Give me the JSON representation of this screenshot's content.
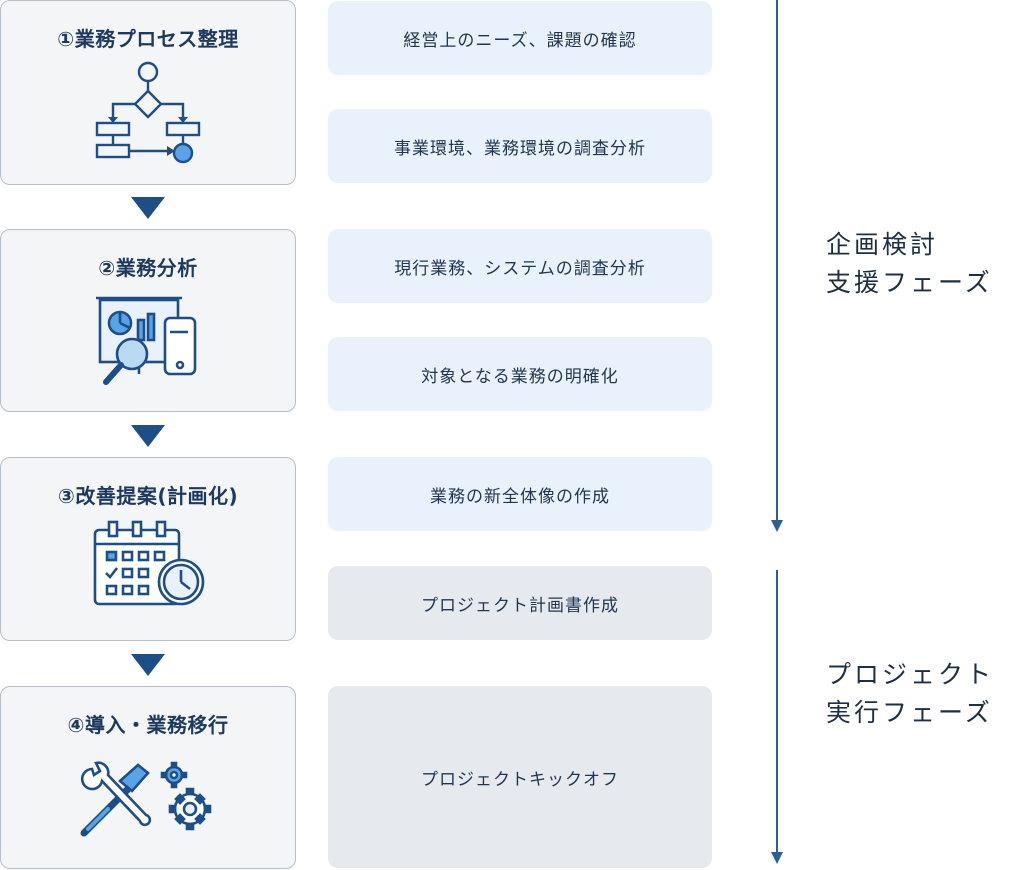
{
  "steps": [
    {
      "title": "①業務プロセス整理",
      "icon": "flowchart-icon"
    },
    {
      "title": "②業務分析",
      "icon": "analysis-board-icon"
    },
    {
      "title": "③改善提案(計画化)",
      "icon": "calendar-clock-icon"
    },
    {
      "title": "④導入・業務移行",
      "icon": "tools-gears-icon"
    }
  ],
  "tasks": [
    "経営上のニーズ、課題の確認",
    "事業環境、業務環境の調査分析",
    "現行業務、システムの調査分析",
    "対象となる業務の明確化",
    "業務の新全体像の作成",
    "プロジェクト計画書作成",
    "プロジェクトキックオフ"
  ],
  "phases": [
    {
      "line1": "企画検討",
      "line2": "支援フェーズ"
    },
    {
      "line1": "プロジェクト",
      "line2": "実行フェーズ"
    }
  ],
  "colors": {
    "accent": "#1e4e86",
    "plan_task_bg": "#e8f1fc",
    "exec_task_bg": "#e6e9ee",
    "step_bg": "#f4f5f7"
  }
}
